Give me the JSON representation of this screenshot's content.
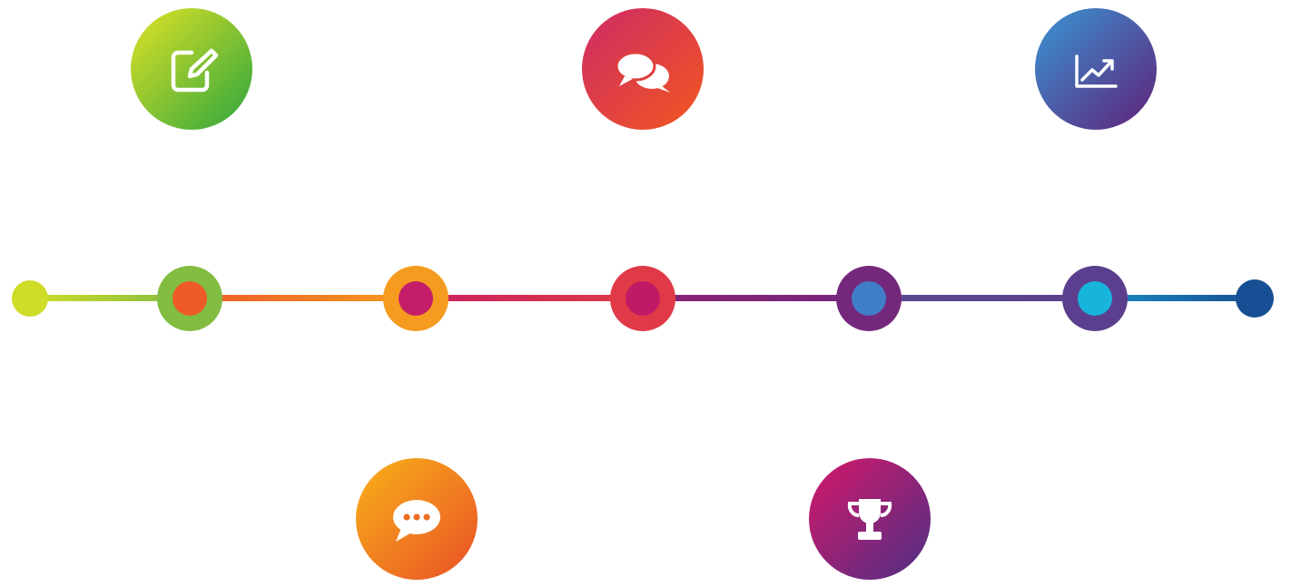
{
  "timeline": {
    "start_color": "#cfdc28",
    "end_color": "#174f95",
    "nodes": [
      {
        "name": "node-1",
        "outer": "#82bc41",
        "inner": "#ef5a29",
        "line_to": "#f0832d"
      },
      {
        "name": "node-2",
        "outer": "#f59b1f",
        "inner": "#c51e69",
        "line_to": "#c8205f"
      },
      {
        "name": "node-3",
        "outer": "#e03a48",
        "inner": "#c01a66",
        "line_to": "#8a2076"
      },
      {
        "name": "node-4",
        "outer": "#74287c",
        "inner": "#3f7ec7",
        "line_to": "#5a4a8e"
      },
      {
        "name": "node-5",
        "outer": "#5b3f8e",
        "inner": "#18b4dc",
        "line_to": "#1a8dc5"
      }
    ]
  },
  "milestones": [
    {
      "name": "edit-milestone",
      "icon": "edit-icon",
      "colors": [
        "#cfdc28",
        "#3fab3c"
      ],
      "position": "above"
    },
    {
      "name": "chat-milestone",
      "icon": "speech-bubble-icon",
      "colors": [
        "#f7a81b",
        "#ea5a25"
      ],
      "position": "below"
    },
    {
      "name": "discuss-milestone",
      "icon": "comments-icon",
      "colors": [
        "#d22f5f",
        "#ee5226"
      ],
      "position": "above"
    },
    {
      "name": "award-milestone",
      "icon": "trophy-icon",
      "colors": [
        "#c71a6c",
        "#5b2d82"
      ],
      "position": "below"
    },
    {
      "name": "growth-milestone",
      "icon": "line-chart-icon",
      "colors": [
        "#3d8acb",
        "#5c2d82"
      ],
      "position": "above"
    }
  ]
}
